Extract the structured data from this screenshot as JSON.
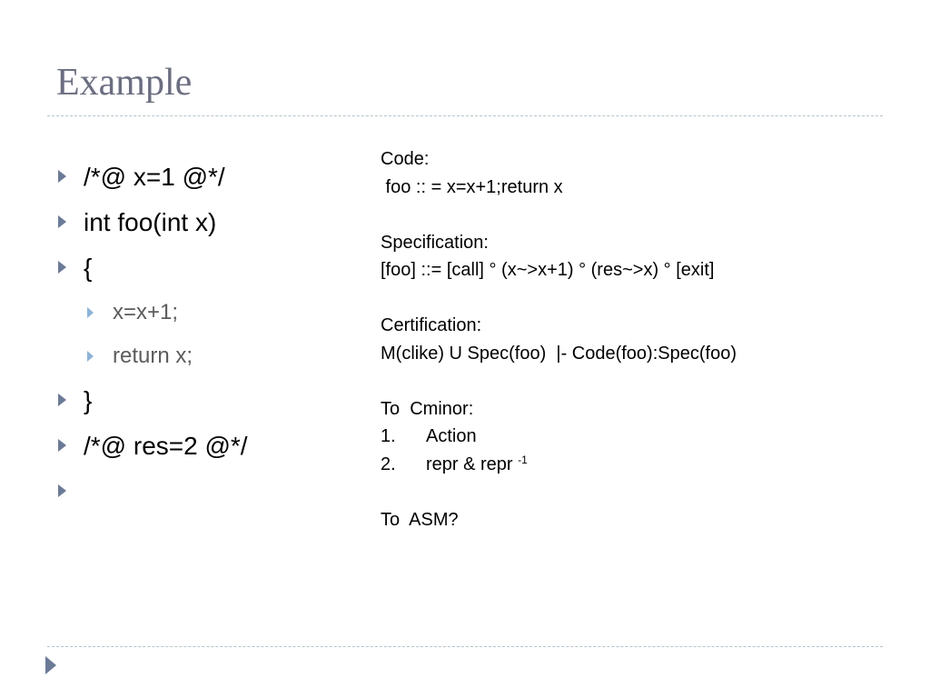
{
  "slide": {
    "title": "Example",
    "bullets": [
      {
        "text": "/*@ x=1 @*/",
        "level": 1
      },
      {
        "text": "int foo(int x)",
        "level": 1
      },
      {
        "text": "{",
        "level": 1
      },
      {
        "text": "x=x+1;",
        "level": 2
      },
      {
        "text": "return x;",
        "level": 2
      },
      {
        "text": "}",
        "level": 1
      },
      {
        "text": "/*@ res=2 @*/",
        "level": 1
      },
      {
        "text": "",
        "level": 1
      }
    ],
    "code_block": {
      "code_label": "Code:",
      "code_line": " foo :: = x=x+1;return x",
      "spec_label": "Specification:",
      "spec_line": "[foo] ::= [call] ° (x~>x+1) ° (res~>x) ° [exit]",
      "cert_label": "Certification:",
      "cert_line": "M(clike) U Spec(foo)  |- Code(foo):Spec(foo)",
      "cminor_label": "To  Cminor:",
      "cminor_items": [
        {
          "num": "1.",
          "text": "Action"
        },
        {
          "num": "2.",
          "text": "repr & repr ",
          "sup": "-1"
        }
      ],
      "asm_label": "To  ASM?"
    },
    "colors": {
      "title": "#6b6e80",
      "bullet_arrow": "#6b7a96",
      "sub_arrow": "#8db3d8",
      "sub_text": "#5c5c5c",
      "rule": "#b7c3cc"
    }
  }
}
